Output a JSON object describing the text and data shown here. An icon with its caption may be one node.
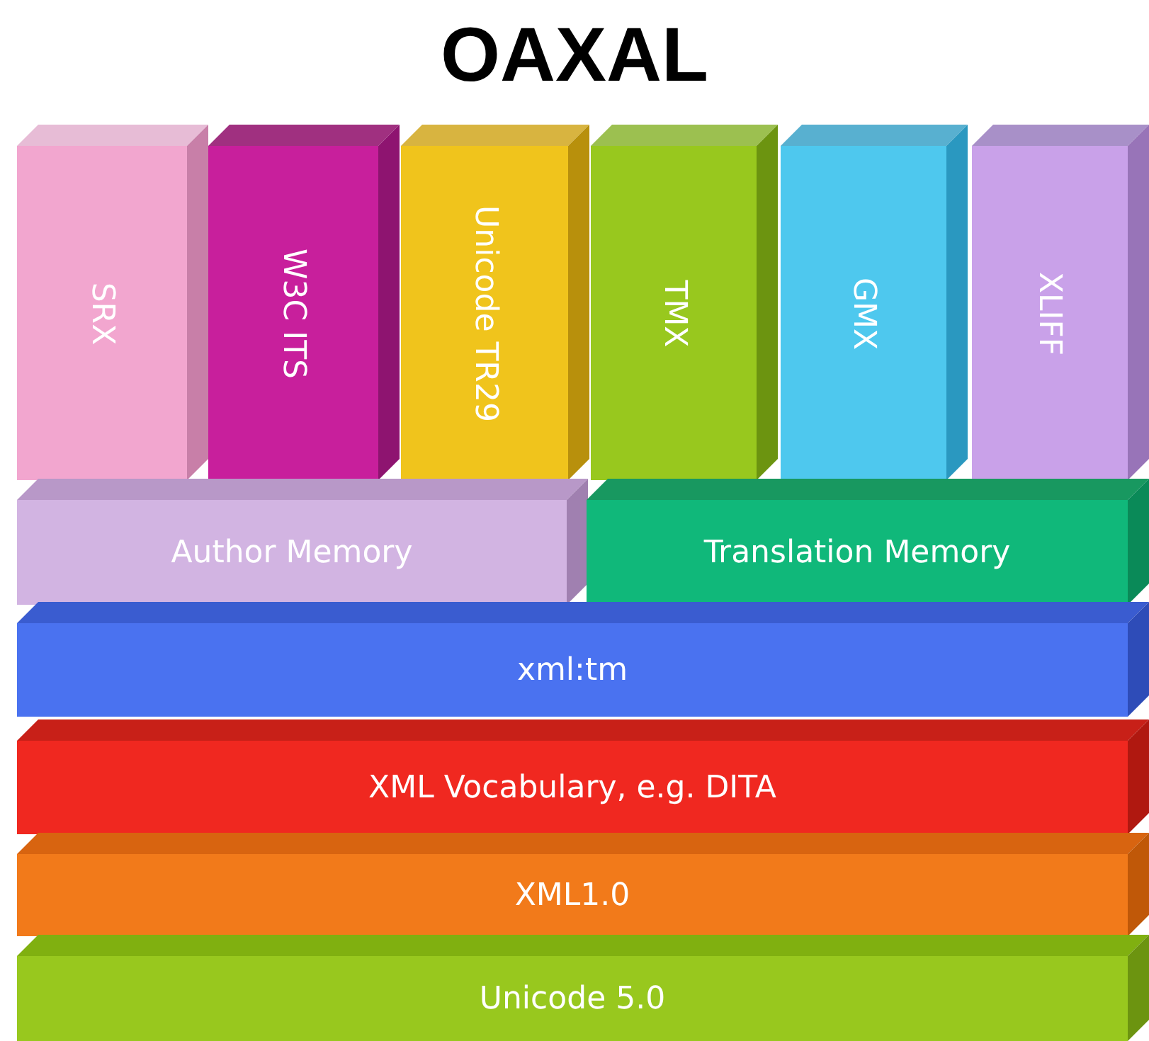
{
  "diagram": {
    "title": "OAXAL",
    "nodes": [
      {
        "text": [
          "SRX"
        ]
      },
      {
        "text": [
          "W3C ITS"
        ]
      },
      {
        "text": [
          "Unicode TR29"
        ]
      },
      {
        "text": [
          "TMX"
        ]
      },
      {
        "text": [
          "GMX"
        ]
      },
      {
        "text": [
          "XLIFF"
        ]
      },
      {
        "text": [
          "Author Memory"
        ]
      },
      {
        "text": [
          "Translation Memory"
        ]
      },
      {
        "text": [
          "xml:tm"
        ]
      },
      {
        "text": [
          "XML Vocabulary, e.g. DITA"
        ]
      },
      {
        "text": [
          "XML1.0"
        ]
      },
      {
        "text": [
          "Unicode 5.0"
        ]
      }
    ]
  }
}
